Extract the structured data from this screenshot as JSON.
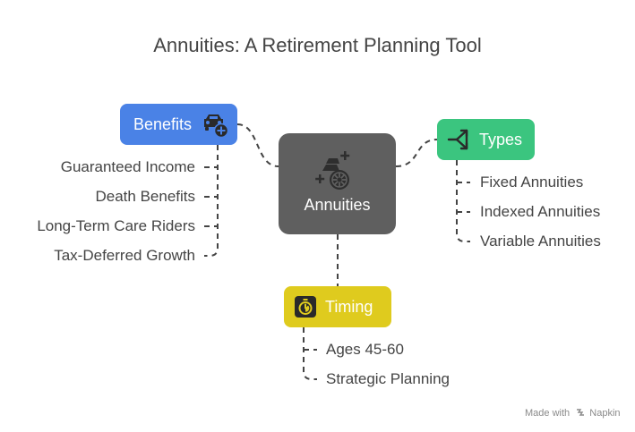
{
  "title": "Annuities: A Retirement Planning Tool",
  "center": {
    "label": "Annuities",
    "icon": "gold-bars-wheel-icon",
    "color": "#5f5f5f"
  },
  "branches": {
    "benefits": {
      "label": "Benefits",
      "icon": "car-plus-icon",
      "color": "#4a82e6",
      "items": [
        "Guaranteed Income",
        "Death Benefits",
        "Long-Term Care Riders",
        "Tax-Deferred Growth"
      ]
    },
    "types": {
      "label": "Types",
      "icon": "split-arrows-icon",
      "color": "#3bc57f",
      "items": [
        "Fixed Annuities",
        "Indexed Annuities",
        "Variable Annuities"
      ]
    },
    "timing": {
      "label": "Timing",
      "icon": "stopwatch-icon",
      "color": "#dfcb1e",
      "items": [
        "Ages 45-60",
        "Strategic Planning"
      ]
    }
  },
  "footer": {
    "made_with": "Made with",
    "brand": "Napkin"
  }
}
